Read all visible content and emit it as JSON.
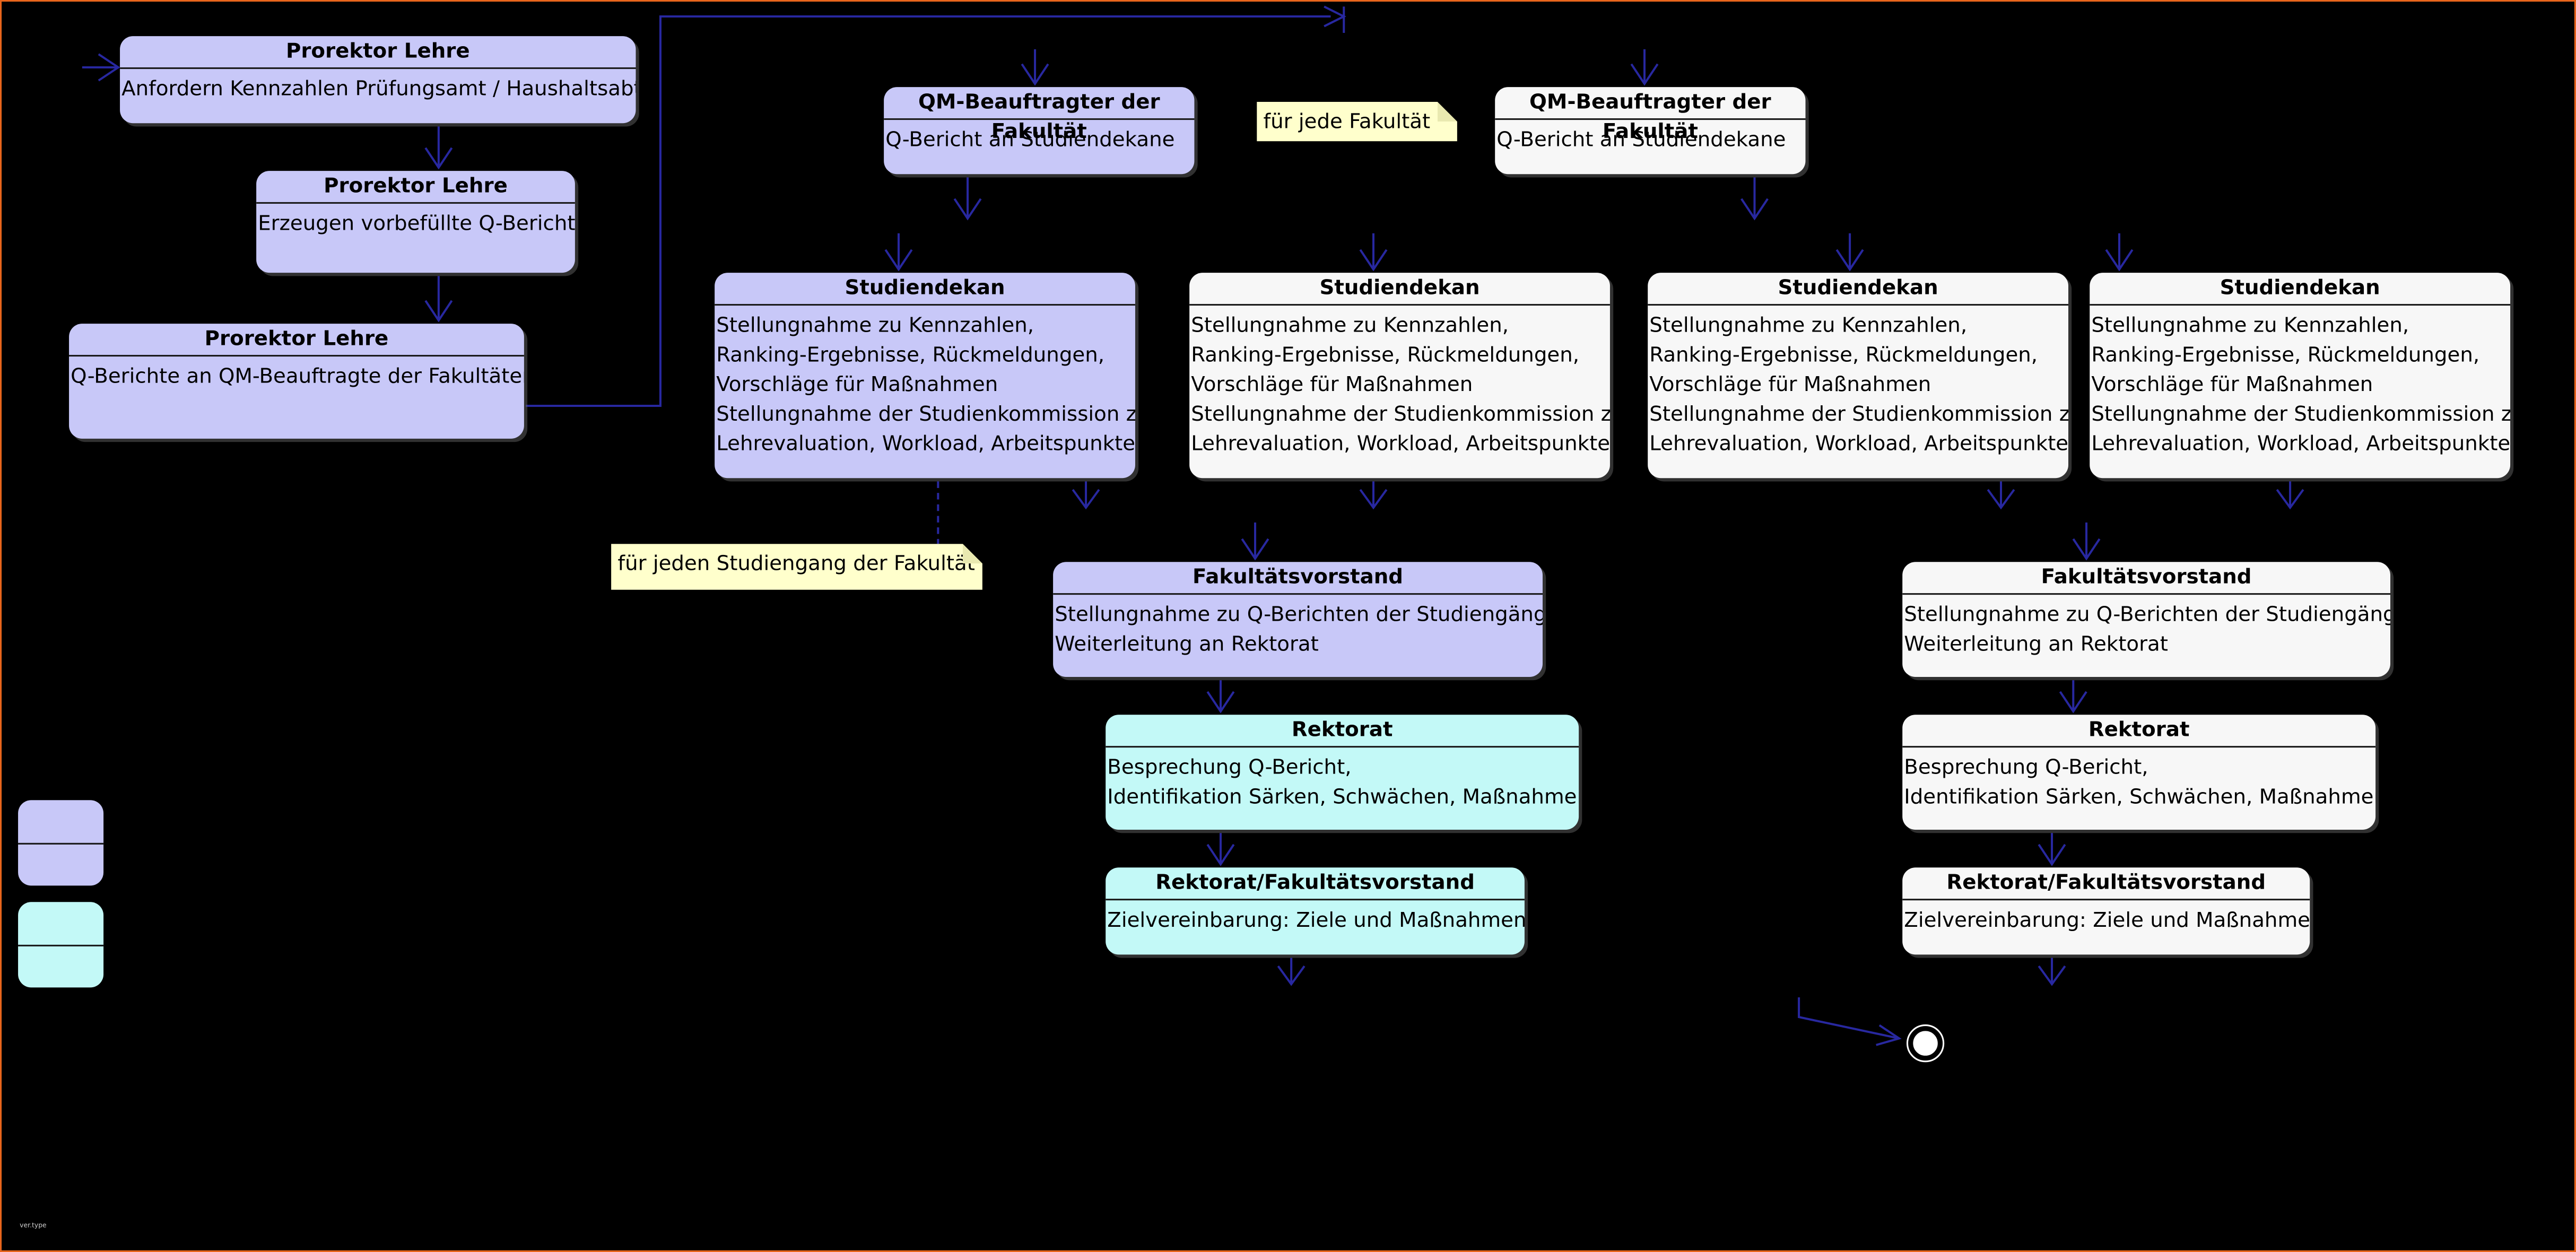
{
  "colors": {
    "background": "#000000",
    "border": "#e8651c",
    "lavender": "#c8c8f8",
    "cyan": "#c3f9f7",
    "white": "#f7f7f7",
    "note": "#ffffcc",
    "arrow": "#2828a0"
  },
  "states": {
    "prorektor1": {
      "title": "Prorektor Lehre",
      "lines": [
        "Anfordern Kennzahlen Prüfungsamt / Haushaltsabt."
      ]
    },
    "prorektor2": {
      "title": "Prorektor Lehre",
      "lines": [
        "Erzeugen vorbefüllte Q-Berichte"
      ]
    },
    "prorektor3": {
      "title": "Prorektor Lehre",
      "lines": [
        "Q-Berichte an QM-Beauftragte der Fakultäten"
      ]
    },
    "qm1": {
      "title": "QM-Beauftragter der Fakultät",
      "lines": [
        "Q-Bericht an Studiendekane"
      ]
    },
    "qm2": {
      "title": "QM-Beauftragter der Fakultät",
      "lines": [
        "Q-Bericht an Studiendekane"
      ]
    },
    "sd1": {
      "title": "Studiendekan",
      "lines": [
        "Stellungnahme zu Kennzahlen,",
        "Ranking-Ergebnisse, Rückmeldungen,",
        "Vorschläge für Maßnahmen",
        "Stellungnahme der Studienkommission zu",
        "Lehrevaluation, Workload, Arbeitspunkte"
      ]
    },
    "sd2": {
      "title": "Studiendekan",
      "lines": [
        "Stellungnahme zu Kennzahlen,",
        "Ranking-Ergebnisse, Rückmeldungen,",
        "Vorschläge für Maßnahmen",
        "Stellungnahme der Studienkommission zu",
        "Lehrevaluation, Workload, Arbeitspunkte"
      ]
    },
    "sd3": {
      "title": "Studiendekan",
      "lines": [
        "Stellungnahme zu Kennzahlen,",
        "Ranking-Ergebnisse, Rückmeldungen,",
        "Vorschläge für Maßnahmen",
        "Stellungnahme der Studienkommission zu",
        "Lehrevaluation, Workload, Arbeitspunkte"
      ]
    },
    "sd4": {
      "title": "Studiendekan",
      "lines": [
        "Stellungnahme zu Kennzahlen,",
        "Ranking-Ergebnisse, Rückmeldungen,",
        "Vorschläge für Maßnahmen",
        "Stellungnahme der Studienkommission zu",
        "Lehrevaluation, Workload, Arbeitspunkte"
      ]
    },
    "fv1": {
      "title": "Fakultätsvorstand",
      "lines": [
        "Stellungnahme zu Q-Berichten der Studiengänge,",
        "Weiterleitung an Rektorat"
      ]
    },
    "fv2": {
      "title": "Fakultätsvorstand",
      "lines": [
        "Stellungnahme zu Q-Berichten der Studiengänge,",
        "Weiterleitung an Rektorat"
      ]
    },
    "rk1": {
      "title": "Rektorat",
      "lines": [
        "Besprechung Q-Bericht,",
        "Identifikation Särken, Schwächen, Maßnahmen"
      ]
    },
    "rk2": {
      "title": "Rektorat",
      "lines": [
        "Besprechung Q-Bericht,",
        "Identifikation Särken, Schwächen, Maßnahmen"
      ]
    },
    "rf1": {
      "title": "Rektorat/Fakultätsvorstand",
      "lines": [
        "Zielvereinbarung: Ziele und Maßnahmen"
      ]
    },
    "rf2": {
      "title": "Rektorat/Fakultätsvorstand",
      "lines": [
        "Zielvereinbarung: Ziele und Maßnahmen"
      ]
    }
  },
  "notes": {
    "per_faculty": "für jede Fakultät",
    "per_program": "für jeden Studiengang der Fakultät"
  },
  "footer": {
    "tiny_text": "ver.type"
  }
}
